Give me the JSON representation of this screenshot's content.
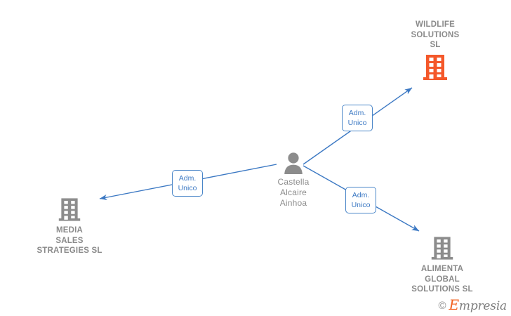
{
  "graph": {
    "background_color": "#ffffff",
    "edge_color": "#3b78c3",
    "company_text_color": "#8a8a8a",
    "person_text_color": "#8c8c8c",
    "highlight_company_color": "#f4582a",
    "plain_company_color": "#8c8c8c",
    "nodes": [
      {
        "id": "wildlife",
        "type": "company",
        "icon": "building-icon",
        "icon_color": "#f4582a",
        "label": "WILDLIFE\nSOLUTIONS\nSL",
        "label_position": "above"
      },
      {
        "id": "person",
        "type": "person",
        "icon": "person-icon",
        "icon_color": "#8c8c8c",
        "label": "Castella\nAlcaire\nAinhoa",
        "label_position": "below"
      },
      {
        "id": "media-sales",
        "type": "company",
        "icon": "building-icon",
        "icon_color": "#8c8c8c",
        "label": "MEDIA\nSALES\nSTRATEGIES  SL",
        "label_position": "below"
      },
      {
        "id": "alimenta",
        "type": "company",
        "icon": "building-icon",
        "icon_color": "#8c8c8c",
        "label": "ALIMENTA\nGLOBAL\nSOLUTIONS  SL",
        "label_position": "below"
      }
    ],
    "edges": [
      {
        "id": "edge-wildlife",
        "from": "person",
        "to": "wildlife",
        "label": "Adm.\nUnico"
      },
      {
        "id": "edge-media-sales",
        "from": "person",
        "to": "media-sales",
        "label": "Adm.\nUnico"
      },
      {
        "id": "edge-alimenta",
        "from": "person",
        "to": "alimenta",
        "label": "Adm.\nUnico"
      }
    ]
  },
  "watermark": {
    "copyright_symbol": "©",
    "brand_initial": "E",
    "brand_rest": "mpresia"
  }
}
